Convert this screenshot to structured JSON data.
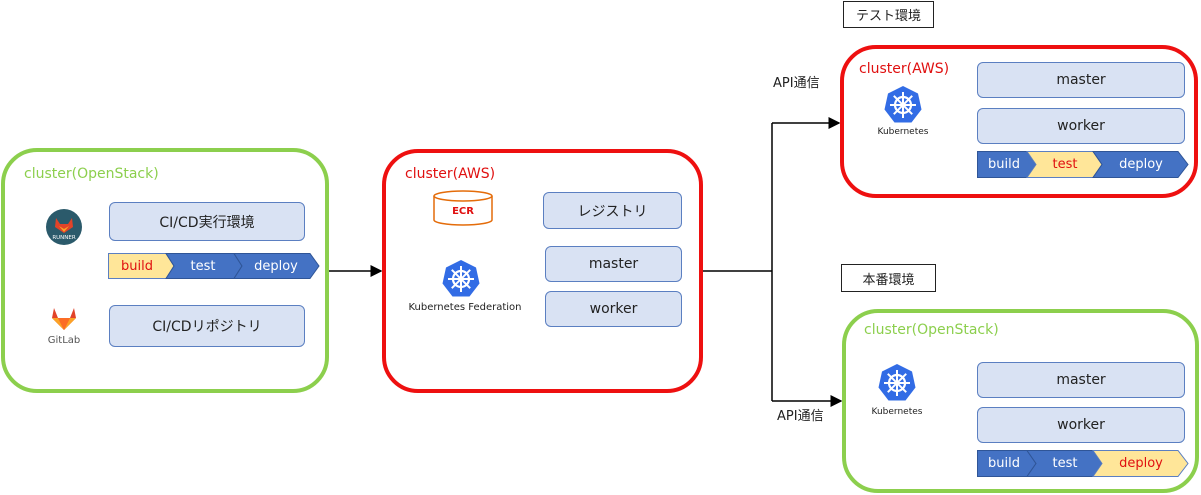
{
  "openstack_ci": {
    "title": "cluster(OpenStack)",
    "runner_logo_text": "RUNNER",
    "gitlab_label": "GitLab",
    "ci_env": "CI/CD実行環境",
    "repo": "CI/CDリポジトリ",
    "pipeline": [
      {
        "label": "build",
        "state": "active"
      },
      {
        "label": "test",
        "state": "normal"
      },
      {
        "label": "deploy",
        "state": "normal"
      }
    ]
  },
  "aws_federation": {
    "title": "cluster(AWS)",
    "ecr_label": "ECR",
    "k8s_label": "Kubernetes Federation",
    "registry": "レジストリ",
    "master": "master",
    "worker": "worker"
  },
  "test_env": {
    "env_label": "テスト環境",
    "api_label": "API通信",
    "title": "cluster(AWS)",
    "k8s_label": "Kubernetes",
    "master": "master",
    "worker": "worker",
    "pipeline": [
      {
        "label": "build",
        "state": "normal"
      },
      {
        "label": "test",
        "state": "active"
      },
      {
        "label": "deploy",
        "state": "normal"
      }
    ]
  },
  "prod_env": {
    "env_label": "本番環境",
    "api_label": "API通信",
    "title": "cluster(OpenStack)",
    "k8s_label": "Kubernetes",
    "master": "master",
    "worker": "worker",
    "pipeline": [
      {
        "label": "build",
        "state": "normal"
      },
      {
        "label": "test",
        "state": "normal"
      },
      {
        "label": "deploy",
        "state": "active"
      }
    ]
  },
  "colors": {
    "green_border": "#8ccf4d",
    "red_border": "#ee1010",
    "box_fill": "#d9e2f3",
    "box_border": "#5b7fc1",
    "step_blue": "#4472c4",
    "step_active": "#ffe699",
    "k8s_blue": "#326ce5",
    "gitlab_orange": "#e24329"
  }
}
